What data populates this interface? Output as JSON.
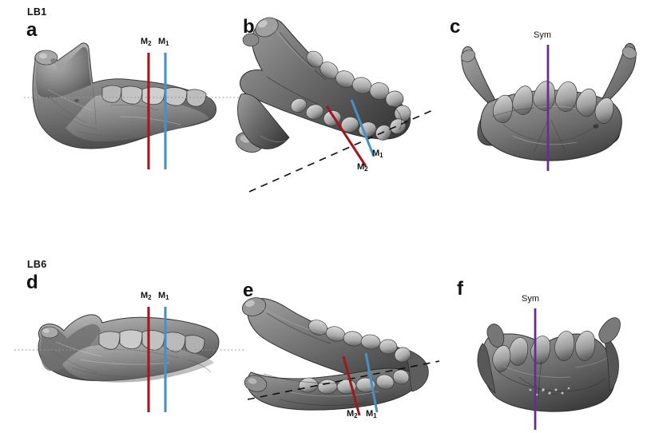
{
  "figure": {
    "background": "#ffffff",
    "specimens": [
      {
        "id": "LB1",
        "label": "LB1"
      },
      {
        "id": "LB6",
        "label": "LB6"
      }
    ],
    "colors": {
      "m2_red": "#A0171C",
      "m1_blue": "#4A8FC4",
      "symphysis_purple": "#6B2D8C",
      "dotted_reference": "#9a9a9a",
      "dashed_reference": "#111111",
      "bone_light": "#cfcfcf",
      "bone_mid": "#8f8f8f",
      "bone_dark": "#4a4a4a",
      "bone_shadow": "#2b2b2b"
    },
    "panels": [
      {
        "key": "a",
        "letter": "a",
        "specimen": "LB1",
        "view": "lateral",
        "markers": [
          {
            "name": "M2",
            "label": "M",
            "sub": "2",
            "color": "#A0171C"
          },
          {
            "name": "M1",
            "label": "M",
            "sub": "1",
            "color": "#4A8FC4"
          }
        ],
        "reference_line": "horizontal-dotted"
      },
      {
        "key": "b",
        "letter": "b",
        "specimen": "LB1",
        "view": "occlusal",
        "markers": [
          {
            "name": "M2",
            "label": "M",
            "sub": "2",
            "color": "#A0171C"
          },
          {
            "name": "M1",
            "label": "M",
            "sub": "1",
            "color": "#4A8FC4"
          }
        ],
        "reference_line": "oblique-dashed"
      },
      {
        "key": "c",
        "letter": "c",
        "specimen": "LB1",
        "view": "anterior",
        "markers": [
          {
            "name": "Sym",
            "label": "Sym",
            "sub": "",
            "color": "#6B2D8C"
          }
        ],
        "reference_line": "none"
      },
      {
        "key": "d",
        "letter": "d",
        "specimen": "LB6",
        "view": "lateral",
        "markers": [
          {
            "name": "M2",
            "label": "M",
            "sub": "2",
            "color": "#A0171C"
          },
          {
            "name": "M1",
            "label": "M",
            "sub": "1",
            "color": "#4A8FC4"
          }
        ],
        "reference_line": "horizontal-dotted"
      },
      {
        "key": "e",
        "letter": "e",
        "specimen": "LB6",
        "view": "occlusal",
        "markers": [
          {
            "name": "M2",
            "label": "M",
            "sub": "2",
            "color": "#A0171C"
          },
          {
            "name": "M1",
            "label": "M",
            "sub": "1",
            "color": "#4A8FC4"
          }
        ],
        "reference_line": "oblique-dashed"
      },
      {
        "key": "f",
        "letter": "f",
        "specimen": "LB6",
        "view": "anterior",
        "markers": [
          {
            "name": "Sym",
            "label": "Sym",
            "sub": "",
            "color": "#6B2D8C"
          }
        ],
        "reference_line": "none"
      }
    ],
    "marker_text": {
      "m_letter": "M",
      "m2_sub": "2",
      "m1_sub": "1",
      "sym": "Sym"
    }
  }
}
